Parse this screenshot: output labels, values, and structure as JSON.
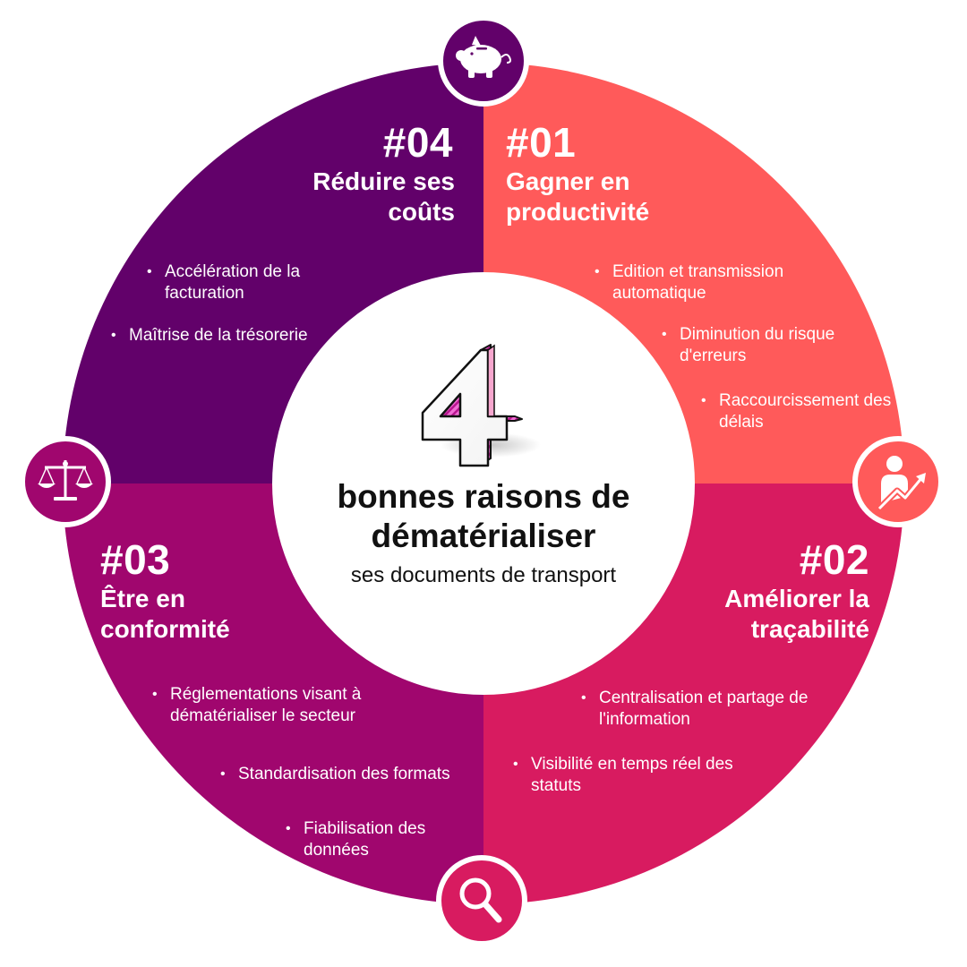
{
  "colors": {
    "q01": "#ff5a5a",
    "q02": "#d81b60",
    "q03": "#a0066e",
    "q04": "#62016a",
    "center_bg": "#ffffff",
    "center_text": "#111111"
  },
  "icons": {
    "q04": "piggy-bank-icon",
    "q01": "person-growth-arrow-icon",
    "q02": "magnifier-icon",
    "q03": "scales-icon"
  },
  "center": {
    "big_number": "4",
    "title": "bonnes raisons de dématérialiser",
    "subtitle": "ses documents de transport"
  },
  "quadrants": {
    "q01": {
      "number": "#01",
      "title": "Gagner en productivité",
      "bullets": [
        "Edition et transmission automatique",
        "Diminution du risque d'erreurs",
        "Raccourcissement des délais"
      ]
    },
    "q02": {
      "number": "#02",
      "title": "Améliorer la traçabilité",
      "bullets": [
        "Centralisation et partage de l'information",
        "Visibilité en temps réel des statuts"
      ]
    },
    "q03": {
      "number": "#03",
      "title": "Être en conformité",
      "bullets": [
        "Réglementations visant  à  dématérialiser le secteur",
        "Standardisation des formats",
        "Fiabilisation des données"
      ]
    },
    "q04": {
      "number": "#04",
      "title": "Réduire ses coûts",
      "bullets": [
        "Accélération de la facturation",
        "Maîtrise de la trésorerie"
      ]
    }
  }
}
